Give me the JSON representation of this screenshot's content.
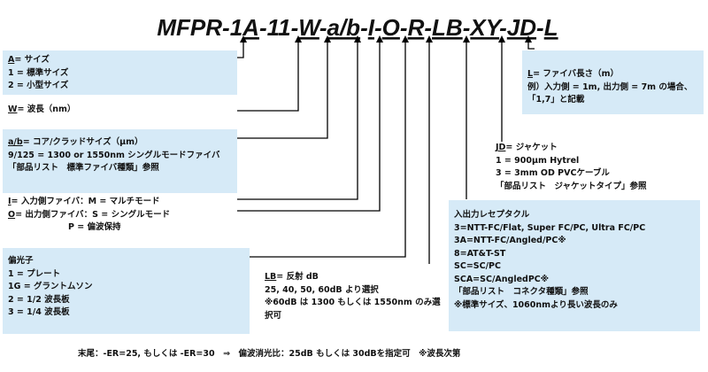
{
  "title": {
    "segments": [
      {
        "text": "MFPR-1",
        "u": false
      },
      {
        "text": "A",
        "u": true
      },
      {
        "text": "-11-",
        "u": false
      },
      {
        "text": "W",
        "u": true
      },
      {
        "text": "-",
        "u": false
      },
      {
        "text": "a/b",
        "u": true
      },
      {
        "text": "-",
        "u": false
      },
      {
        "text": "I",
        "u": true
      },
      {
        "text": "-",
        "u": false
      },
      {
        "text": "O",
        "u": true
      },
      {
        "text": "-",
        "u": false
      },
      {
        "text": "R",
        "u": true
      },
      {
        "text": "-",
        "u": false
      },
      {
        "text": "LB",
        "u": true
      },
      {
        "text": "-",
        "u": false
      },
      {
        "text": "XY",
        "u": true
      },
      {
        "text": "-",
        "u": false
      },
      {
        "text": "JD",
        "u": true
      },
      {
        "text": "-",
        "u": false
      },
      {
        "text": "L",
        "u": true
      }
    ]
  },
  "boxes": {
    "size": {
      "key": "A",
      "lines": [
        "= サイズ",
        "1 = 標準サイズ",
        "2 = 小型サイズ"
      ]
    },
    "wavelength": {
      "key": "W",
      "lines": [
        "= 波長（nm）"
      ]
    },
    "core_clad": {
      "key": "a/b",
      "lines": [
        "= コア/クラッドサイズ（μm）",
        "9/125 = 1300 or 1550nm シングルモードファイバ",
        "「部品リスト　標準ファイバ種類」参照"
      ]
    },
    "fiber": {
      "lines": [
        {
          "key": "I",
          "text": "= 入力側ファイバ：M = マルチモード"
        },
        {
          "key": "O",
          "text": "= 出力側ファイバ：S = シングルモード"
        },
        {
          "key": "",
          "text": "P = 偏波保持"
        }
      ]
    },
    "polarizer": {
      "lines": [
        "偏光子",
        "1 = プレート",
        "1G = グラントムソン",
        "2 = 1/2 波長板",
        "3 = 1/4 波長板"
      ]
    },
    "return_loss": {
      "key": "LB",
      "lines": [
        "= 反射 dB",
        "25, 40, 50, 60dB より選択",
        "※60dB は 1300 もしくは 1550nm のみ選",
        "択可"
      ]
    },
    "length": {
      "key": "L",
      "lines": [
        "= ファイバ長さ（m）",
        "例）入力側 = 1m, 出力側 = 7m の場合、",
        "「1,7」と記載"
      ]
    },
    "jacket": {
      "key": "JD",
      "lines": [
        "= ジャケット",
        "1 = 900μm Hytrel",
        "3 = 3mm OD PVCケーブル",
        "「部品リスト　ジャケットタイプ」参照"
      ]
    },
    "connector": {
      "lines": [
        "入出力レセプタクル",
        "3=NTT-FC/Flat, Super FC/PC, Ultra FC/PC",
        "3A=NTT-FC/Angled/PC※",
        "8=AT&T-ST",
        "SC=SC/PC",
        "SCA=SC/AngledPC※",
        "「部品リスト　コネクタ種類」参照",
        "※標準サイズ、1060nmより長い波長のみ"
      ]
    }
  },
  "footnote": "末尾：-ER=25, もしくは -ER=30　⇒　偏波消光比：25dB もしくは 30dBを指定可　※波長次第",
  "colors": {
    "box_fill": "#d6eaf7",
    "line": "#000000"
  }
}
